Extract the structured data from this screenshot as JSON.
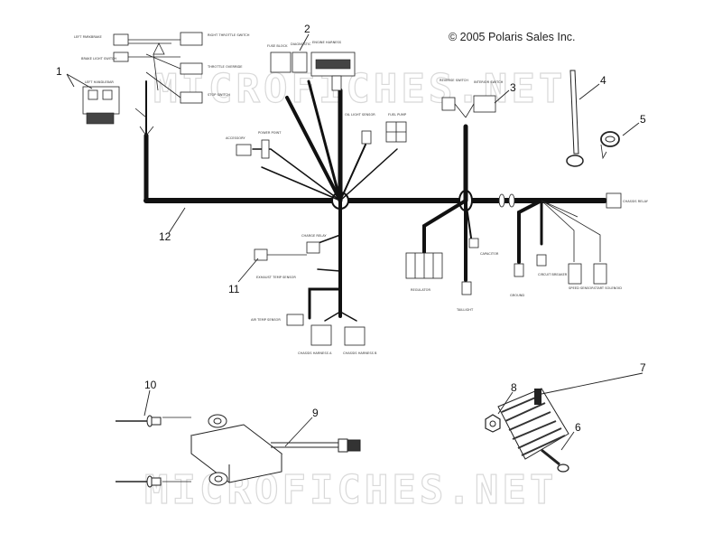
{
  "copyright": "© 2005 Polaris Sales Inc.",
  "watermark": "MICROFICHES.NET",
  "callouts": [
    "1",
    "2",
    "3",
    "4",
    "5",
    "6",
    "7",
    "8",
    "9",
    "10",
    "11",
    "12"
  ],
  "labels": {
    "left_handlebar": "LEFT HANDLEBAR",
    "left_park": "LEFT PARKBRAKE",
    "brake_light": "BRAKE LIGHT SWITCH",
    "right_throttle": "RIGHT THROTTLE SWITCH",
    "throttle_override": "THROTTLE OVERRIDE",
    "stop_switch": "STOP SWITCH",
    "fuse_block": "FUSE BLOCK",
    "diagnostic": "DIAGNOSTIC",
    "engine_harness": "ENGINE HARNESS",
    "oil_light_sensor": "OIL LIGHT SENSOR",
    "fuel_pump": "FUEL PUMP",
    "reverse_switch": "REVERSE SWITCH",
    "interior_switch": "INTERIOR SWITCH",
    "accessory": "ACCESSORY",
    "power_point": "POWER POINT",
    "chassis_relay": "CHASSIS RELAY",
    "charge_relay": "CHARGE RELAY",
    "exhaust_temp_sensor": "EXHAUST TEMP SENSOR",
    "air_temp_sensor": "AIR TEMP SENSOR",
    "chassis_harness_a": "CHASSIS HARNESS A",
    "chassis_harness_b": "CHASSIS HARNESS B",
    "regulator": "REGULATOR",
    "capacitor": "CAPACITOR",
    "taillight": "TAILLIGHT",
    "ground": "GROUND",
    "circuit_breaker": "CIRCUIT BREAKER",
    "speed_sensor": "SPEED SENSOR",
    "start_solenoid": "START SOLENOID"
  }
}
